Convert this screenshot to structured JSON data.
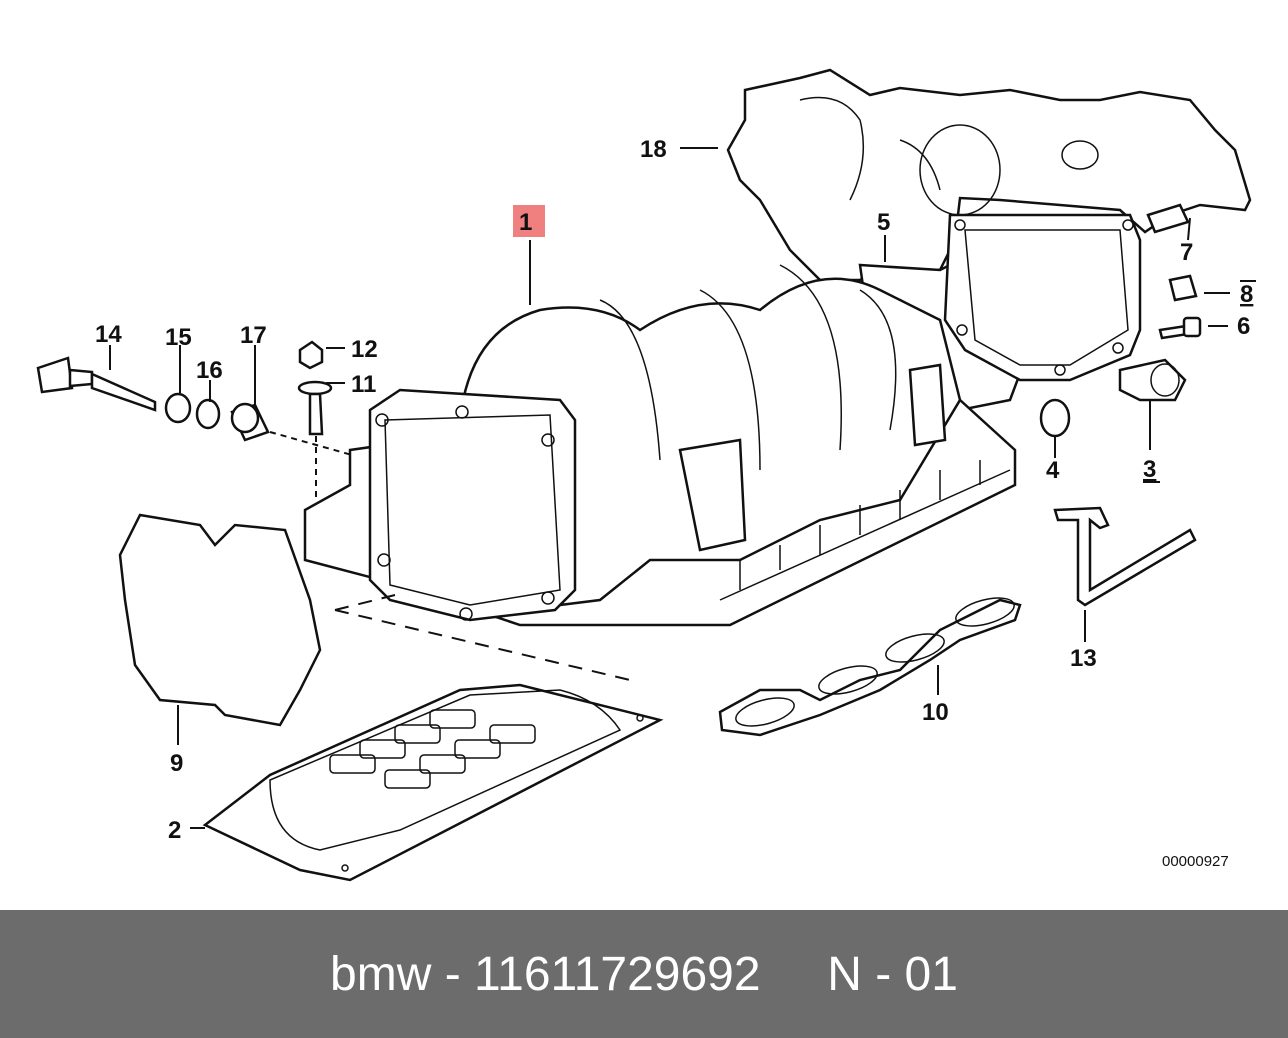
{
  "diagram": {
    "reference_code": "00000927",
    "highlight_color": "#f08080",
    "callouts": [
      {
        "id": "1",
        "label": "1"
      },
      {
        "id": "2",
        "label": "2"
      },
      {
        "id": "3",
        "label": "3"
      },
      {
        "id": "4",
        "label": "4"
      },
      {
        "id": "5",
        "label": "5"
      },
      {
        "id": "6",
        "label": "6"
      },
      {
        "id": "7",
        "label": "7"
      },
      {
        "id": "8",
        "label": "8"
      },
      {
        "id": "9",
        "label": "9"
      },
      {
        "id": "10",
        "label": "10"
      },
      {
        "id": "11",
        "label": "11"
      },
      {
        "id": "12",
        "label": "12"
      },
      {
        "id": "13",
        "label": "13"
      },
      {
        "id": "14",
        "label": "14"
      },
      {
        "id": "15",
        "label": "15"
      },
      {
        "id": "16",
        "label": "16"
      },
      {
        "id": "17",
        "label": "17"
      },
      {
        "id": "18",
        "label": "18"
      }
    ]
  },
  "footer": {
    "text": "bmw - 11611729692     N - 01",
    "background": "#6c6c6c"
  }
}
